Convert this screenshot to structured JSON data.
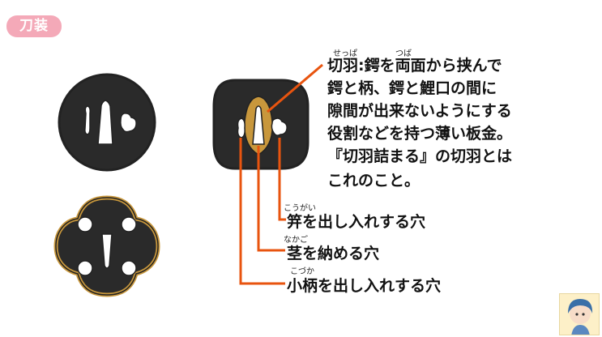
{
  "badge": {
    "label": "刀装"
  },
  "colors": {
    "badge_bg": "#f4a9b8",
    "guard_fill": "#2a2a2a",
    "outline": "#222222",
    "seppa_fill": "#c8973c",
    "leader_line": "#e8540f"
  },
  "description": {
    "ruby_seppa": "せっぱ",
    "ruby_tsuba": "つば",
    "lines": [
      "切羽:鍔を両面から挟んで",
      "鍔と柄、鍔と鯉口の間に",
      "隙間が出来ないようにする",
      "役割などを持つ薄い板金。",
      "『切羽詰まる』の切羽とは",
      "これのこと。"
    ]
  },
  "labels": [
    {
      "ruby": "こうがい",
      "text": "笄を出し入れする穴"
    },
    {
      "ruby": "なかご",
      "text": "茎を納める穴"
    },
    {
      "ruby": "こづか",
      "text": "小柄を出し入れする穴"
    }
  ]
}
